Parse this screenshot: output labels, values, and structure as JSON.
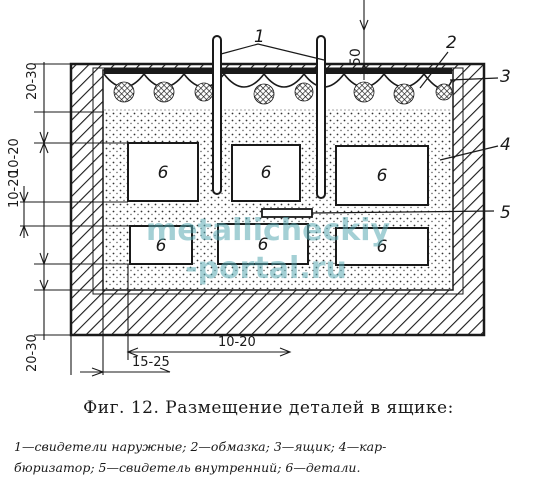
{
  "figure": {
    "caption": "Фиг. 12. Размещение деталей в ящике:",
    "legend_line1": "1—свидетели наружные; 2—обмазка; 3—ящик; 4—кар-",
    "legend_line2": "бюризатор; 5—свидетель внутренний; 6—детали.",
    "callouts": {
      "c1": "1",
      "c2": "2",
      "c3": "3",
      "c4": "4",
      "c5": "5"
    },
    "part_label": "6",
    "dims": {
      "top_gap": "50",
      "left_top": "20-30",
      "left_mid": "10-20",
      "left_spacing": "10-20",
      "left_bottom": "20-30",
      "bottom_wall": "15-25",
      "bottom_gap": "10-20"
    },
    "watermark_line1": "metallicheckiy",
    "watermark_line2": "-portal.ru"
  }
}
